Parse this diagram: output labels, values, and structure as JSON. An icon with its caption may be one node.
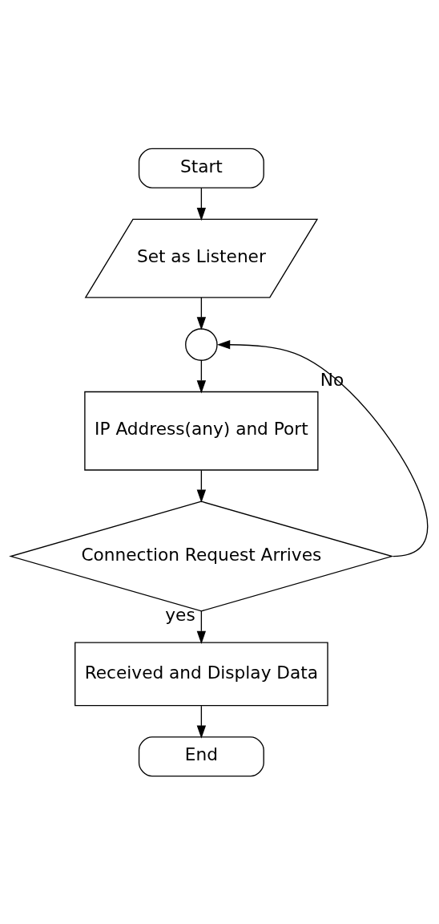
{
  "diagram": {
    "nodes": [
      {
        "text": [
          "Start"
        ]
      },
      {
        "text": [
          "Set as Listener"
        ]
      },
      {
        "text": [],
        "shape": "circle"
      },
      {
        "text": [
          "IP Address(any) and Port"
        ]
      },
      {
        "text": [
          "Connection Request Arrives"
        ]
      },
      {
        "text": [
          "Received and Display Data"
        ]
      },
      {
        "text": [
          "End"
        ]
      }
    ],
    "edges": [
      {
        "from": 0,
        "to": 1,
        "arrow": "to"
      },
      {
        "from": 1,
        "to": 2,
        "arrow": "to"
      },
      {
        "from": 2,
        "to": 3,
        "arrow": "to"
      },
      {
        "from": 3,
        "to": 4,
        "arrow": "to"
      },
      {
        "from": 4,
        "to": 5,
        "arrow": "to",
        "label": "yes"
      },
      {
        "from": 4,
        "to": 2,
        "arrow": "to",
        "label": "No"
      },
      {
        "from": 5,
        "to": 6,
        "arrow": "to"
      }
    ]
  }
}
